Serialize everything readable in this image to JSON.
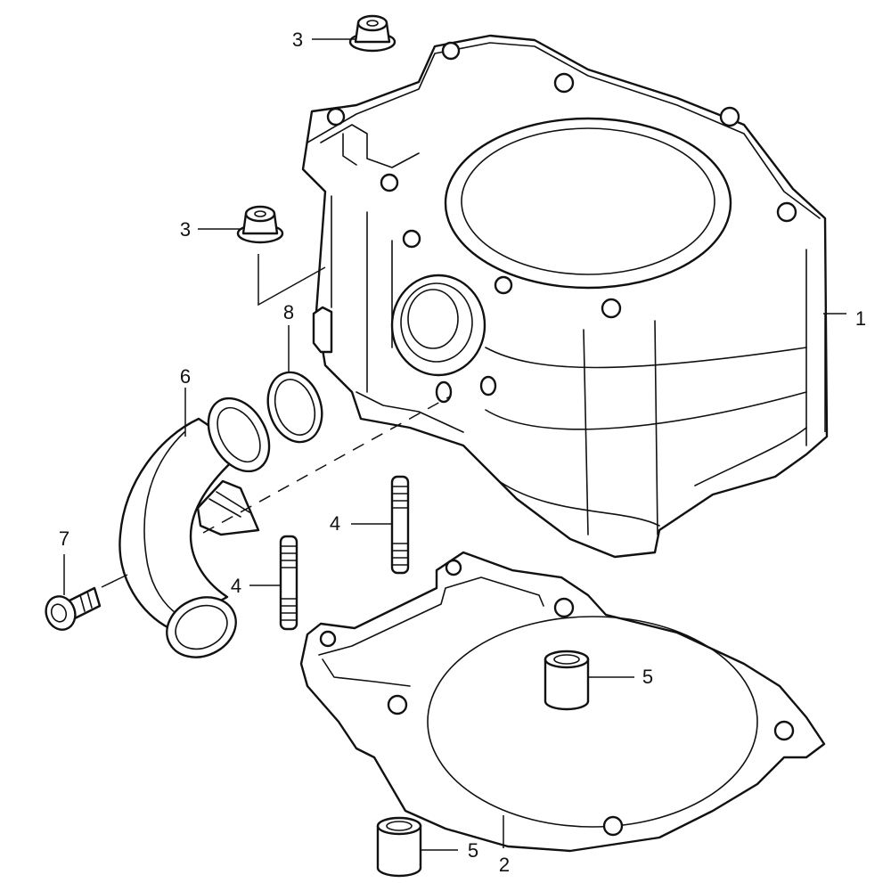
{
  "callouts": {
    "cylinder": "1",
    "base_gasket": "2",
    "nut_top": "3",
    "nut_left": "3",
    "stud_right": "4",
    "stud_left": "4",
    "dowel_upper": "5",
    "dowel_lower": "5",
    "intake_pipe": "6",
    "bolt": "7",
    "o_ring": "8"
  }
}
